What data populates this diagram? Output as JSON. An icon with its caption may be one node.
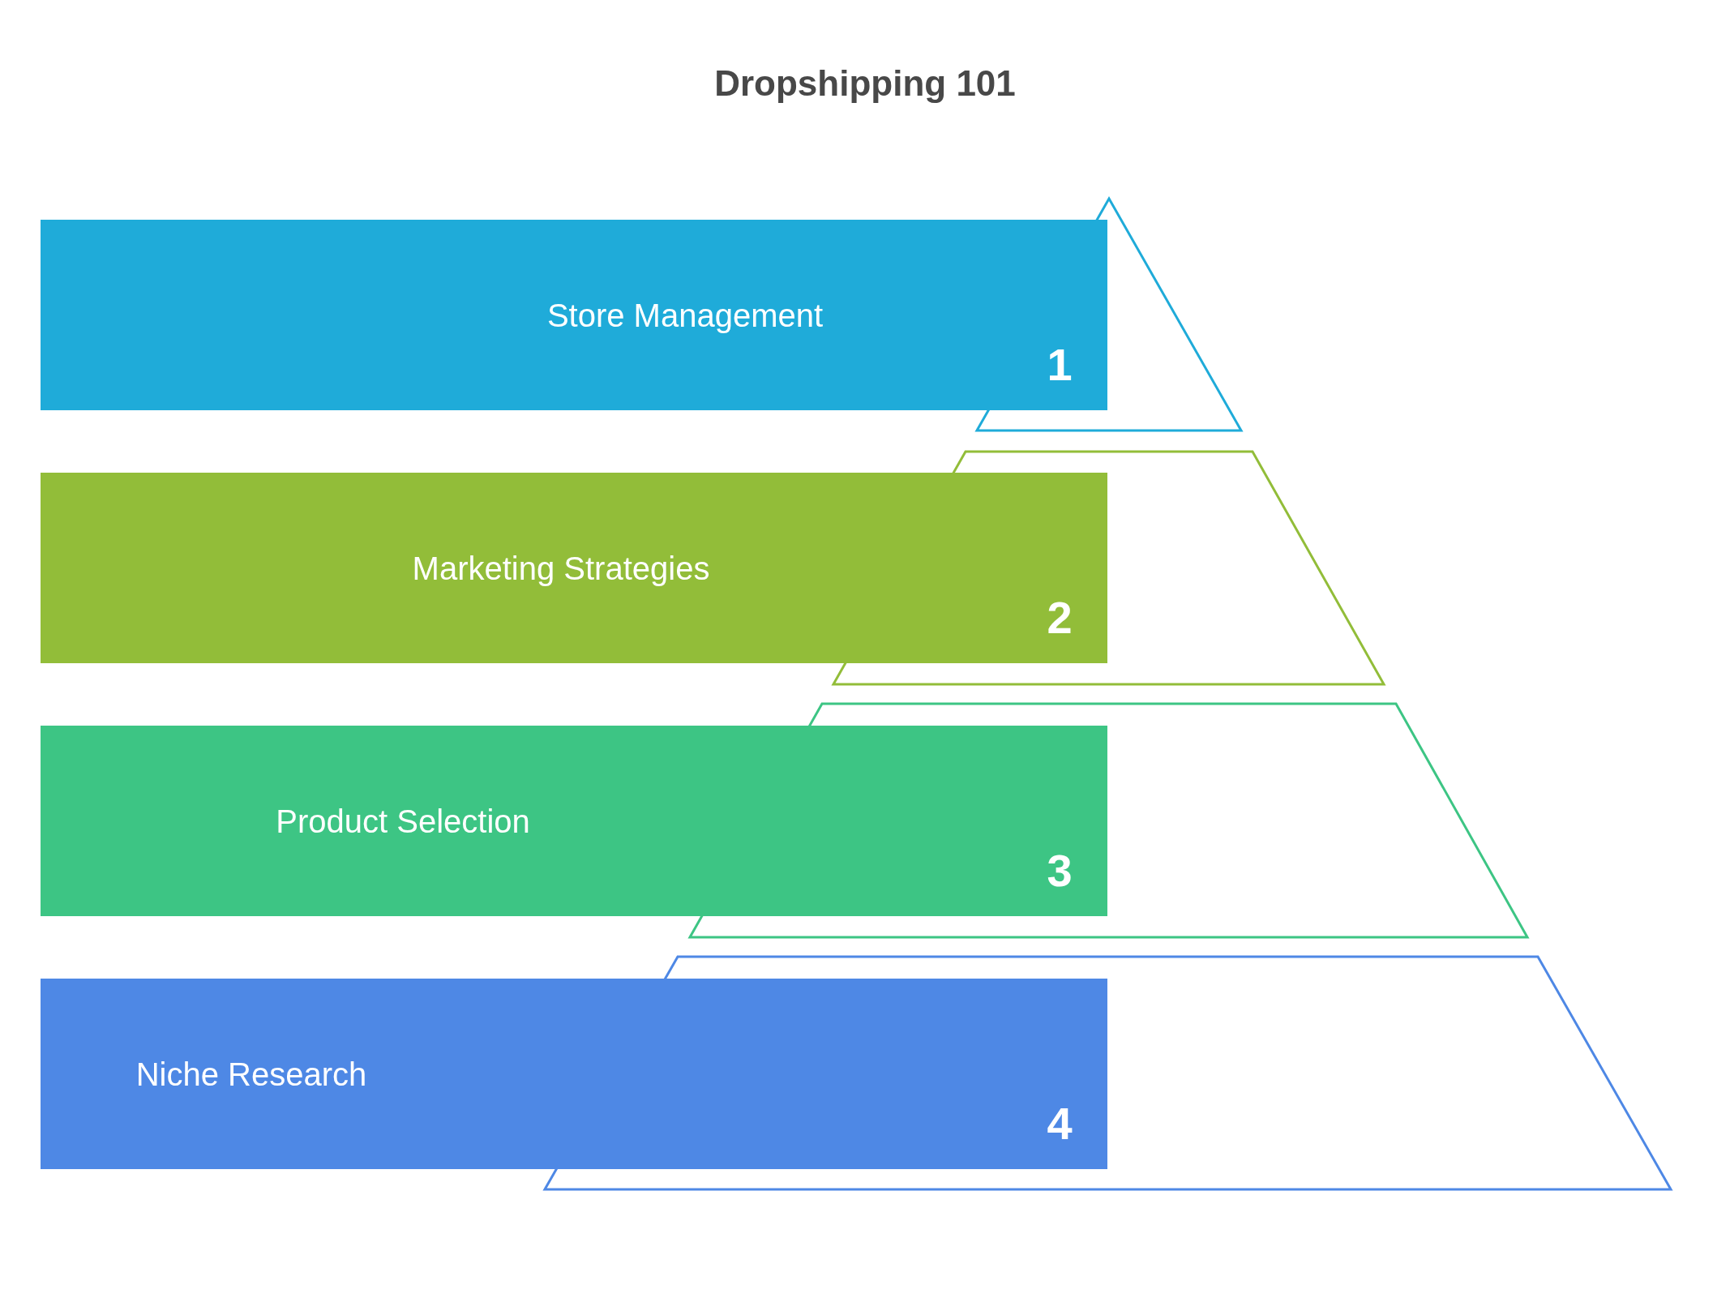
{
  "diagram": {
    "title": "Dropshipping 101",
    "nodes": [
      {
        "text": [
          "Store Management",
          "1"
        ]
      },
      {
        "text": [
          "Marketing Strategies",
          "2"
        ]
      },
      {
        "text": [
          "Product Selection",
          "3"
        ]
      },
      {
        "text": [
          "Niche Research",
          "4"
        ]
      }
    ]
  }
}
